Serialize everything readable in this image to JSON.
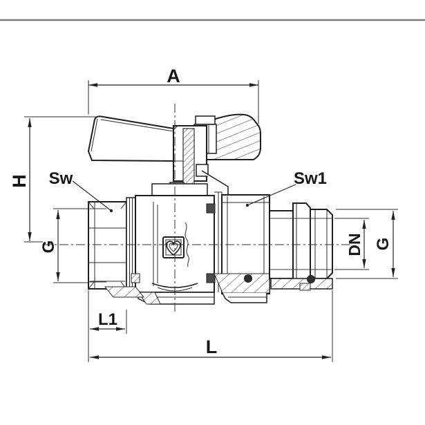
{
  "page": {
    "background": "#ffffff",
    "top_divider_color": "#7b7b7b"
  },
  "drawing": {
    "kind": "technical sectional drawing",
    "subject": "angle-seat ball valve with butterfly handle, female threaded inlet and union male outlet",
    "line_color": "#1d1d1d",
    "hatch_color": "#3a3a3a",
    "seal_color": "#4a4a4a",
    "screw_color": "#2f2f2f"
  },
  "icons": {
    "logo": "heart-icon"
  },
  "dimensions": {
    "A": {
      "label": "A"
    },
    "H": {
      "label": "H"
    },
    "Sw": {
      "label": "Sw"
    },
    "Sw1": {
      "label": "Sw1"
    },
    "G_left": {
      "label": "G"
    },
    "DN": {
      "label": "DN"
    },
    "G_right": {
      "label": "G"
    },
    "L1": {
      "label": "L1"
    },
    "L": {
      "label": "L"
    }
  }
}
